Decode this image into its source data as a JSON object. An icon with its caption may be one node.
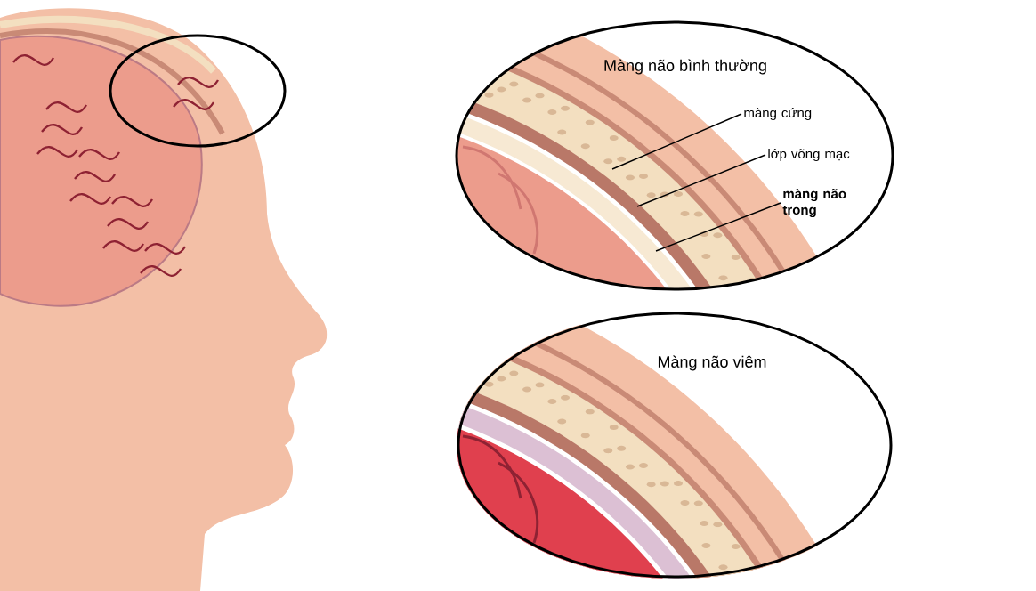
{
  "diagram": {
    "nodes": [
      {
        "text": [
          "Màng não bình thường"
        ]
      },
      {
        "text": [
          "màng cứng"
        ],
        "in": 0
      },
      {
        "text": [
          "lớp võng mạc"
        ],
        "in": 0
      },
      {
        "text": [
          "màng não trong"
        ],
        "in": 0
      },
      {
        "text": [
          "Màng não viêm"
        ]
      },
      {
        "text": [],
        "shape": "circle"
      }
    ],
    "edges": [
      {
        "from": 1,
        "to": null,
        "arrow": "none"
      },
      {
        "from": 2,
        "to": null,
        "arrow": "none"
      },
      {
        "from": 3,
        "to": null,
        "arrow": "none"
      }
    ]
  }
}
